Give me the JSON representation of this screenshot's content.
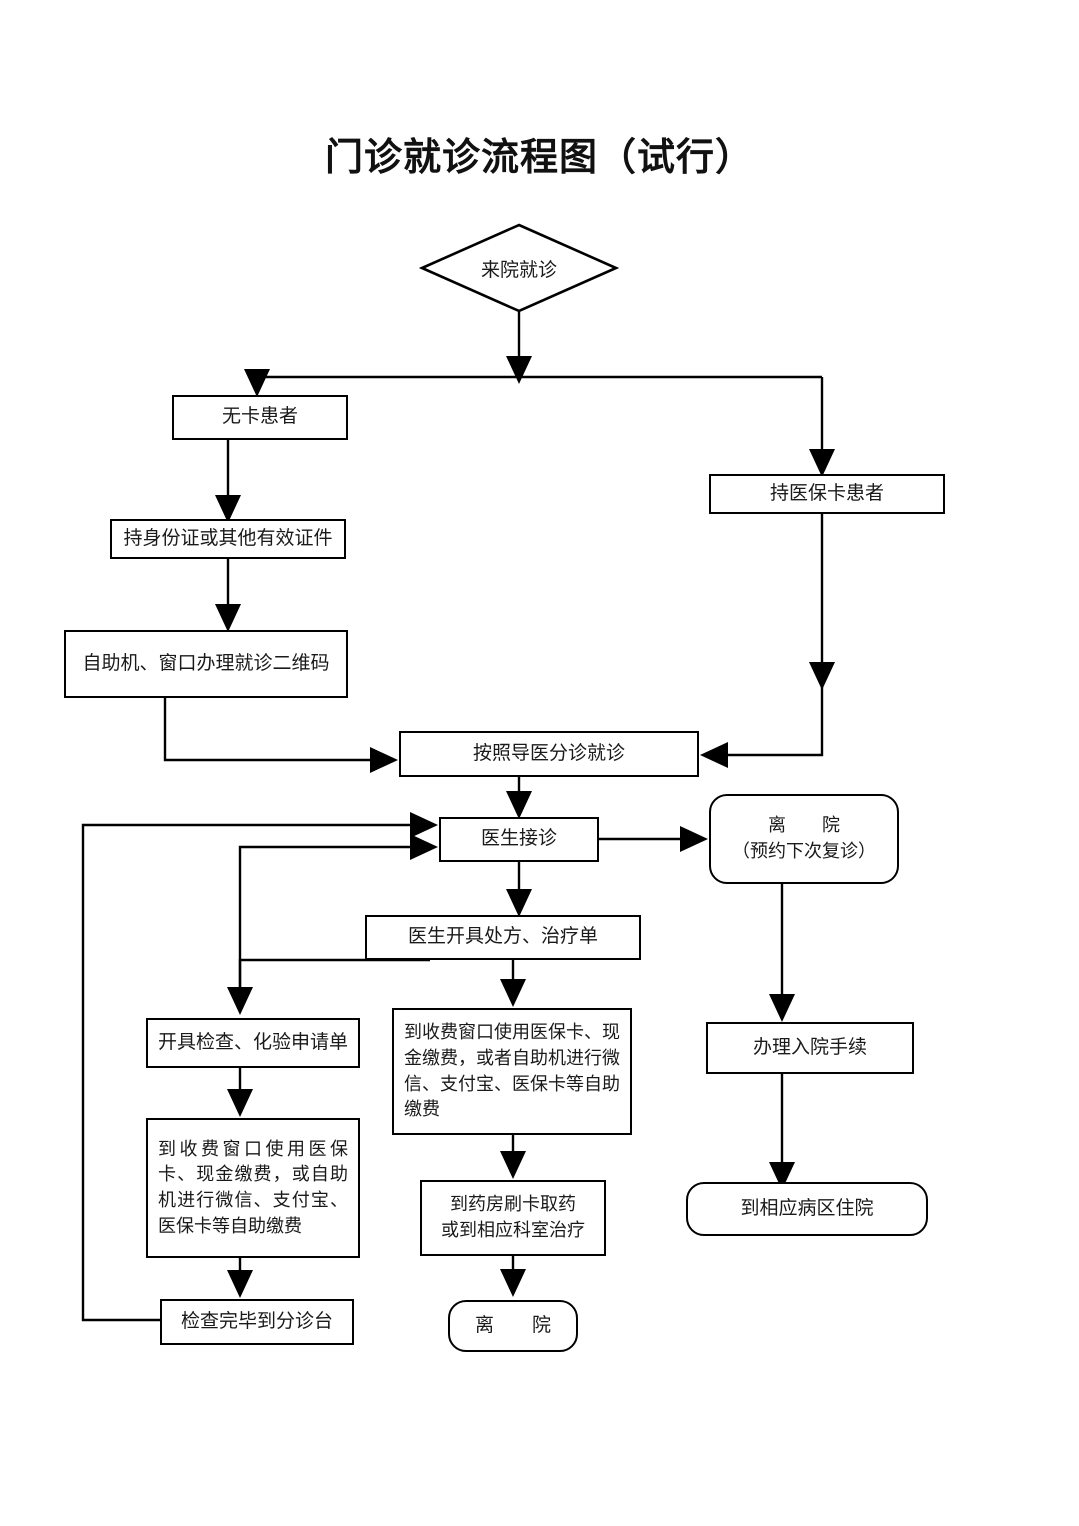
{
  "document": {
    "title": "门诊就诊流程图（试行）",
    "background_color": "#ffffff",
    "line_color": "#000000",
    "text_color": "#1a1a1a"
  },
  "chart_data": {
    "type": "diagram",
    "diagram_kind": "flowchart",
    "title": "门诊就诊流程图（试行）",
    "orientation": "top-to-bottom",
    "nodes": [
      {
        "id": "start",
        "shape": "diamond",
        "label": "来院就诊"
      },
      {
        "id": "no_card",
        "shape": "rect",
        "label": "无卡患者"
      },
      {
        "id": "with_card",
        "shape": "rect",
        "label": "持医保卡患者"
      },
      {
        "id": "id_doc",
        "shape": "rect",
        "label": "持身份证或其他有效证件"
      },
      {
        "id": "qr_code",
        "shape": "rect",
        "label": "自助机、窗口办理就诊二维码"
      },
      {
        "id": "triage",
        "shape": "rect",
        "label": "按照导医分诊就诊"
      },
      {
        "id": "doctor",
        "shape": "rect",
        "label": "医生接诊"
      },
      {
        "id": "leave_followup",
        "shape": "rounded",
        "label": "离　　院\n（预约下次复诊）"
      },
      {
        "id": "prescription",
        "shape": "rect",
        "label": "医生开具处方、治疗单"
      },
      {
        "id": "exam_order",
        "shape": "rect",
        "label": "开具检查、化验申请单"
      },
      {
        "id": "pay_exam",
        "shape": "rect",
        "label": "到收费窗口使用医保卡、现金缴费，或自助机进行微信、支付宝、医保卡等自助缴费"
      },
      {
        "id": "pay_rx",
        "shape": "rect",
        "label": "到收费窗口使用医保卡、现金缴费，或者自助机进行微信、支付宝、医保卡等自助缴费"
      },
      {
        "id": "admission",
        "shape": "rect",
        "label": "办理入院手续"
      },
      {
        "id": "pharmacy",
        "shape": "rect",
        "label": "到药房刷卡取药\n或到相应科室治疗"
      },
      {
        "id": "ward",
        "shape": "rounded",
        "label": "到相应病区住院"
      },
      {
        "id": "back_to_triage",
        "shape": "rect",
        "label": "检查完毕到分诊台"
      },
      {
        "id": "leave",
        "shape": "rounded",
        "label": "离　　院"
      }
    ],
    "edges": [
      {
        "from": "start",
        "to": "no_card"
      },
      {
        "from": "start",
        "to": "with_card"
      },
      {
        "from": "no_card",
        "to": "id_doc"
      },
      {
        "from": "id_doc",
        "to": "qr_code"
      },
      {
        "from": "qr_code",
        "to": "triage"
      },
      {
        "from": "with_card",
        "to": "triage"
      },
      {
        "from": "triage",
        "to": "doctor"
      },
      {
        "from": "doctor",
        "to": "leave_followup"
      },
      {
        "from": "doctor",
        "to": "prescription"
      },
      {
        "from": "prescription",
        "to": "exam_order"
      },
      {
        "from": "prescription",
        "to": "pay_rx"
      },
      {
        "from": "leave_followup",
        "to": "admission"
      },
      {
        "from": "exam_order",
        "to": "pay_exam"
      },
      {
        "from": "pay_exam",
        "to": "back_to_triage"
      },
      {
        "from": "pay_rx",
        "to": "pharmacy"
      },
      {
        "from": "pharmacy",
        "to": "leave"
      },
      {
        "from": "admission",
        "to": "ward"
      },
      {
        "from": "back_to_triage",
        "to": "doctor"
      },
      {
        "from": "exam_order",
        "to": "doctor"
      }
    ]
  },
  "nodes": {
    "start": "来院就诊",
    "no_card": "无卡患者",
    "with_card": "持医保卡患者",
    "id_doc": "持身份证或其他有效证件",
    "qr_code": "自助机、窗口办理就诊二维码",
    "triage": "按照导医分诊就诊",
    "doctor": "医生接诊",
    "leave_followup": "离　　院\n（预约下次复诊）",
    "prescription": "医生开具处方、治疗单",
    "exam_order": "开具检查、化验申请单",
    "pay_exam": "到收费窗口使用医保卡、现金缴费，或自助机进行微信、支付宝、医保卡等自助缴费",
    "pay_rx": "到收费窗口使用医保卡、现金缴费，或者自助机进行微信、支付宝、医保卡等自助缴费",
    "admission": "办理入院手续",
    "pharmacy": "到药房刷卡取药\n或到相应科室治疗",
    "ward": "到相应病区住院",
    "back_to_triage": "检查完毕到分诊台",
    "leave": "离　　院"
  }
}
